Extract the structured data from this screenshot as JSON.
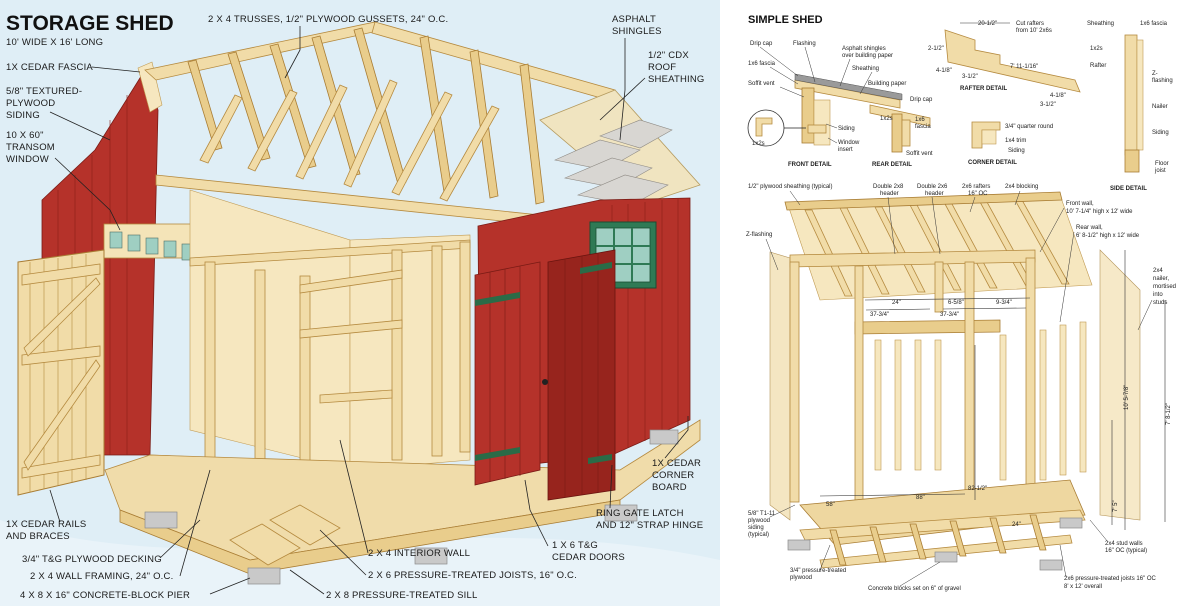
{
  "storage_shed": {
    "title": "STORAGE SHED",
    "subtitle": "10' WIDE X 16' LONG",
    "labels": {
      "trusses": "2 X 4 TRUSSES, 1/2\" PLYWOOD GUSSETS, 24\" O.C.",
      "shingles_1": "ASPHALT",
      "shingles_2": "SHINGLES",
      "sheathing_1": "1/2\" CDX",
      "sheathing_2": "ROOF",
      "sheathing_3": "SHEATHING",
      "fascia": "1X CEDAR FASCIA",
      "siding_1": "5/8\" TEXTURED-",
      "siding_2": "PLYWOOD",
      "siding_3": "SIDING",
      "window_1": "10 X 60\"",
      "window_2": "TRANSOM",
      "window_3": "WINDOW",
      "corner_board_1": "1X CEDAR",
      "corner_board_2": "CORNER",
      "corner_board_3": "BOARD",
      "latch_1": "RING GATE LATCH",
      "latch_2": "AND 12\" STRAP HINGE",
      "doors_1": "1 X 6 T&G",
      "doors_2": "CEDAR DOORS",
      "rails_1": "1X CEDAR RAILS",
      "rails_2": "AND BRACES",
      "decking": "3/4\" T&G PLYWOOD DECKING",
      "interior_wall": "2 X 4 INTERIOR WALL",
      "wall_framing": "2 X 4 WALL FRAMING, 24\" O.C.",
      "joists": "2 X 6 PRESSURE-TREATED JOISTS, 16\" O.C.",
      "pier": "4 X 8 X 16\" CONCRETE-BLOCK PIER",
      "sill": "2 X 8 PRESSURE-TREATED SILL"
    }
  },
  "simple_shed": {
    "title": "SIMPLE SHED",
    "front_detail": {
      "caption": "FRONT DETAIL",
      "drip_cap": "Drip cap",
      "flashing": "Flashing",
      "shingles_1": "Asphalt shingles",
      "shingles_2": "over building paper",
      "fascia": "1x6 fascia",
      "sheathing": "Sheathing",
      "soffit_vent": "Soffit vent",
      "siding": "Siding",
      "window_1": "Window",
      "window_2": "insert",
      "callout": "1x2s"
    },
    "rear_detail": {
      "caption": "REAR DETAIL",
      "building_paper": "Building paper",
      "drip_cap": "Drip cap",
      "one_by_two": "1x2s",
      "fascia_1": "1x6",
      "fascia_2": "fascia",
      "soffit_vent": "Soffit vent"
    },
    "rafter_detail": {
      "caption": "RAFTER DETAIL",
      "dim_top": "20-1/2\"",
      "dim_1": "2-1/2\"",
      "dim_2": "4-1/8\"",
      "dim_3": "3-1/2\"",
      "dim_long": "7' 11-1/16\"",
      "dim_4": "4-1/8\"",
      "dim_5": "3-1/2\"",
      "note_1": "Cut rafters",
      "note_2": "from 10' 2x6s"
    },
    "corner_detail": {
      "caption": "CORNER DETAIL",
      "quarter_round": "3/4\" quarter round",
      "trim": "1x4 trim",
      "siding": "Siding"
    },
    "side_detail": {
      "caption": "SIDE DETAIL",
      "sheathing": "Sheathing",
      "fascia": "1x6 fascia",
      "one_by_twos": "1x2s",
      "rafter": "Rafter",
      "flashing_1": "Z-",
      "flashing_2": "flashing",
      "nailer": "Nailer",
      "siding": "Siding",
      "floor_joist_1": "Floor",
      "floor_joist_2": "joist"
    },
    "main": {
      "sheathing": "1/2\" plywood sheathing (typical)",
      "double_header_1_a": "Double 2x8",
      "double_header_1_b": "header",
      "double_header_2_a": "Double 2x6",
      "double_header_2_b": "header",
      "rafters_a": "2x6 rafters",
      "rafters_b": "16\" OC",
      "blocking": "2x4 blocking",
      "front_wall_1": "Front wall,",
      "front_wall_2": "10' 7-1/4\" high x 12' wide",
      "rear_wall_1": "Rear wall,",
      "rear_wall_2": "6' 8-1/2\" high x 12' wide",
      "z_flashing": "Z-flashing",
      "nailer_1": "2x4",
      "nailer_2": "nailer,",
      "nailer_3": "mortised",
      "nailer_4": "into",
      "nailer_5": "studs",
      "dim_24a": "24\"",
      "dim_658": "6-5/8\"",
      "dim_934": "9-3/4\"",
      "dim_3734a": "37-3/4\"",
      "dim_3734b": "37-3/4\"",
      "dim_height1": "10' 5-7/8\"",
      "dim_height2": "7' 8-1/2\"",
      "dim_8212": "82-1/2\"",
      "dim_58": "58\"",
      "dim_88": "88\"",
      "dim_24b": "24\"",
      "dim_75": "7' 5\"",
      "siding_1": "5/8\" T1-11",
      "siding_2": "plywood",
      "siding_3": "siding",
      "siding_4": "(typical)",
      "stud_walls_1": "2x4 stud walls",
      "stud_walls_2": "16\" OC (typical)",
      "floor_1": "3/4\" pressure-treated",
      "floor_2": "plywood",
      "blocks": "Concrete blocks set on 6\" of gravel",
      "joists_1": "2x6 pressure-treated joists 16\" OC",
      "joists_2": "8' x 12' overall"
    }
  },
  "colors": {
    "left_background": "#dfeef6",
    "siding_red": "#b5322a",
    "framing_wood": "#f1dca8",
    "window_green": "#2f7a55"
  }
}
